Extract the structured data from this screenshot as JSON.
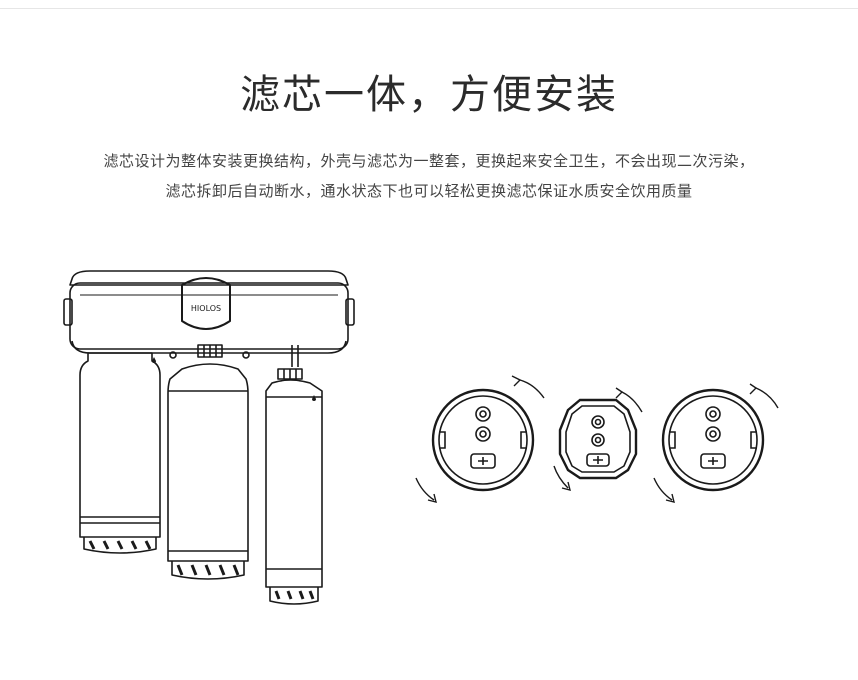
{
  "heading": {
    "title": "滤芯一体，方便安装",
    "desc_line1": "滤芯设计为整体安装更换结构，外壳与滤芯为一整套，更换起来安全卫生，不会出现二次污染，",
    "desc_line2": "滤芯拆卸后自动断水，通水状态下也可以轻松更换滤芯保证水质安全饮用质量"
  },
  "illustration": {
    "brand_logo_text": "HIOLOS",
    "icons": [
      "filter-system-icon",
      "filter-cap-icon",
      "rotate-arrow-icon"
    ]
  },
  "colors": {
    "line": "#1a1a1a",
    "text": "#333333"
  }
}
